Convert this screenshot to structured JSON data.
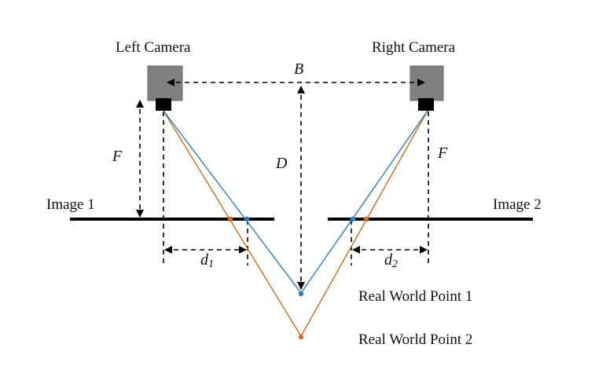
{
  "labels": {
    "left_camera": "Left Camera",
    "right_camera": "Right Camera",
    "baseline": "B",
    "focal_left": "F",
    "focal_right": "F",
    "depth": "D",
    "image_1": "Image 1",
    "image_2": "Image 2",
    "disparity_1_base": "d",
    "disparity_1_sub": "1",
    "disparity_2_base": "d",
    "disparity_2_sub": "2",
    "point_1": "Real World Point 1",
    "point_2": "Real World Point 2"
  },
  "colors": {
    "ray_point_1": "#2e7bc4",
    "ray_point_2": "#d2691e",
    "camera_body": "#808080",
    "camera_lens": "#000000",
    "lines": "#000000"
  }
}
